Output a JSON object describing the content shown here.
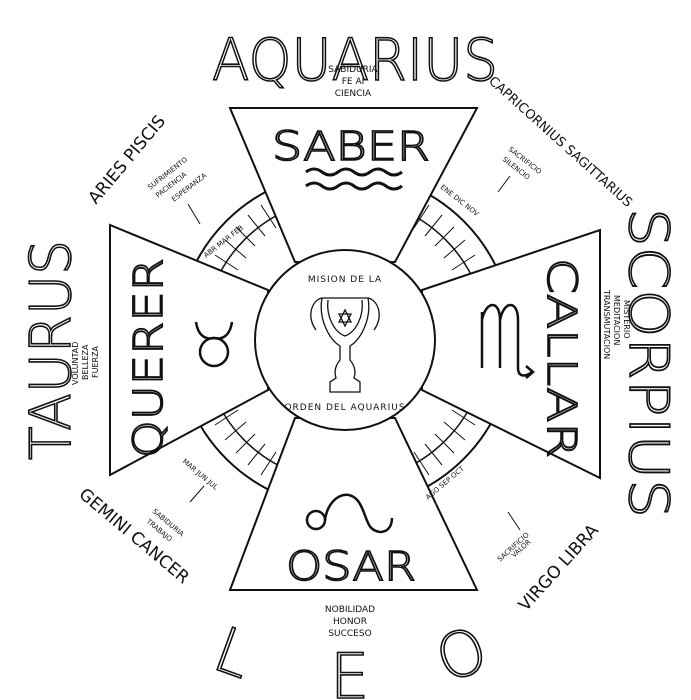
{
  "signs": {
    "aquarius": "AQUARIUS",
    "taurus": "TAURUS",
    "scorpius": "SCORPIUS",
    "leo": [
      "L",
      "E",
      "O"
    ],
    "aries_piscis": "ARIES PISCIS",
    "capricornius_sagittarius": "CAPRICORNIUS SAGITTARIUS",
    "gemini_cancer": "GEMINI CANCER",
    "virgo_libra": "VIRGO LIBRA"
  },
  "arms": {
    "top": {
      "word": "SABER",
      "notes": [
        "SABIDURIA",
        "FE AI",
        "CIENCIA"
      ]
    },
    "left": {
      "word": "QUERER",
      "notes": [
        "VOLUNTAD",
        "BELLEZA",
        "FUERZA"
      ]
    },
    "right": {
      "word": "CALLAR",
      "notes": [
        "TRANSMUTACION",
        "MEDITACION",
        "MISTERIO"
      ]
    },
    "bottom": {
      "word": "OSAR",
      "notes": [
        "NOBILIDAD",
        "HONOR",
        "SUCCESO"
      ]
    }
  },
  "center": {
    "top_text": "MISION DE LA",
    "bottom_text": "ORDEN DEL AQUARIUS"
  },
  "ring_labels": {
    "upper_left": "ABR MAR FEB",
    "upper_right": "ENE DIC NOV",
    "lower_left": "MAR JUN JUL",
    "lower_right": "AGO SEP OCT"
  },
  "quadrant_notes": {
    "upper_left": [
      "SUFRIMIENTO",
      "PACIENCIA",
      "ESPERANZA"
    ],
    "upper_right": [
      "SACRIFICIO",
      "SILENCIO"
    ],
    "lower_left": [
      "SABIDURIA",
      "TRABAJO"
    ],
    "lower_right": [
      "SACRIFICIO",
      "VALOR"
    ]
  }
}
